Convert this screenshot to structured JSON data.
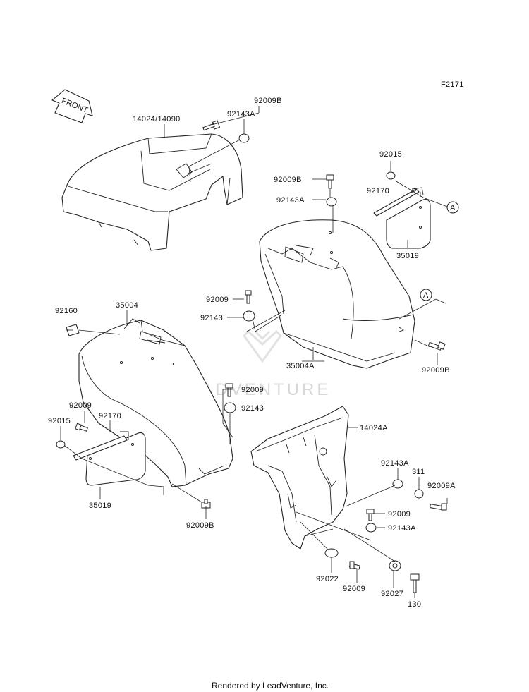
{
  "diagram_id": "F2171",
  "front_arrow_label": "FRONT",
  "watermark": "LEADVENTURE",
  "footer": "Rendered by LeadVenture, Inc.",
  "callouts": {
    "ref_A": "A",
    "c1": "14024/14090",
    "c2": "92143A",
    "c3": "92009B",
    "c4": "92015",
    "c5": "92009B",
    "c6": "92170",
    "c7": "92143A",
    "c8": "35019",
    "c9": "92009",
    "c10": "92143",
    "c11": "92009B",
    "c12": "35004A",
    "c13": "92160",
    "c14": "35004",
    "c15": "92009",
    "c16": "92143",
    "c17": "92009",
    "c18": "92170",
    "c19": "92015",
    "c20": "35019",
    "c21": "92009B",
    "c22": "14024A",
    "c23": "92143A",
    "c24": "311",
    "c25": "92009A",
    "c26": "92009",
    "c27": "92143A",
    "c28": "92022",
    "c29": "92009",
    "c30": "92027",
    "c31": "130"
  }
}
